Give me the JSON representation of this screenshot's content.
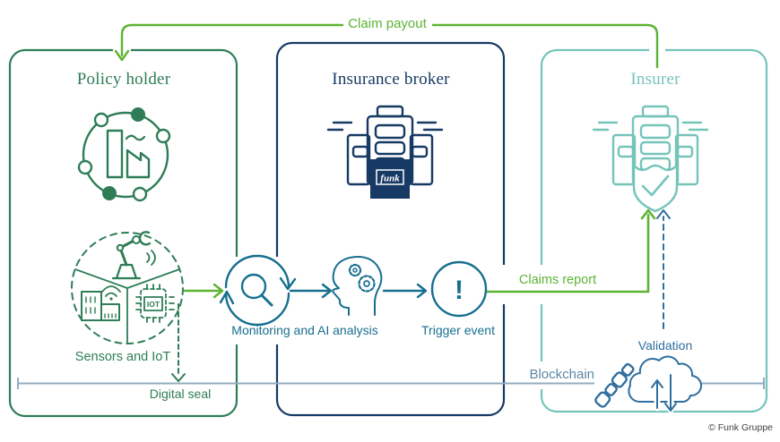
{
  "colors": {
    "bright_green": "#5cb433",
    "dark_green": "#2e7d57",
    "navy": "#173a64",
    "teal": "#74c4ba",
    "petrol": "#176f8f",
    "steel_blue": "#2f6f9f",
    "line_gray": "#93abc0",
    "blockchain_label": "#5d89a8",
    "copyright": "#404040"
  },
  "panels": {
    "policy_holder": {
      "title": "Policy holder"
    },
    "insurance_broker": {
      "title": "Insurance broker"
    },
    "insurer": {
      "title": "Insurer"
    }
  },
  "labels": {
    "claim_payout": "Claim payout",
    "claims_report": "Claims report",
    "monitoring": "Monitoring and AI analysis",
    "trigger_event": "Trigger event",
    "trigger_mark": "!",
    "validation": "Validation",
    "blockchain": "Blockchain",
    "digital_seal": "Digital seal",
    "sensors_iot": "Sensors and IoT"
  },
  "icons": {
    "broker_logo": "funk",
    "iot_chip": "IOT"
  },
  "footer": {
    "copyright": "© Funk Gruppe"
  }
}
